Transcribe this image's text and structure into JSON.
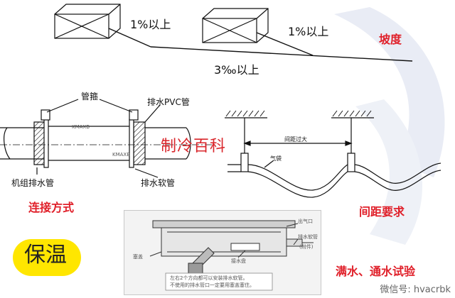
{
  "top": {
    "slope_left": "1%以上",
    "slope_right": "1%以上",
    "slope_main": "3‰以上",
    "slope_title": "坡度"
  },
  "connection": {
    "clamp": "管箍",
    "pvc_pipe": "排水PVC管",
    "unit_pipe": "机组排水管",
    "soft_pipe": "排水软管",
    "title": "连接方式",
    "tag_top": "KMAXB",
    "tag_bottom": "KMAXB"
  },
  "spacing": {
    "span_label": "间距过大",
    "bubble_label": "气袋",
    "title": "间距要求"
  },
  "brand_text": "制冷百科",
  "insulation": "保温",
  "test": {
    "label": "满水、通水试验",
    "note_1": "左右2个方向都可以安装排水软管。",
    "note_2": "不使用的排水管口一定要用塞盖塞住。",
    "tag_vent": "出气口",
    "tag_hose": "排水软管",
    "tag_attach": "(附件)",
    "tag_cap": "塞盖",
    "tag_tray": "接水盘"
  },
  "watermark": "微信号: hvacrbk",
  "colors": {
    "accent_red": "#e0202a",
    "yellow": "#ffe600",
    "line": "#111111"
  }
}
